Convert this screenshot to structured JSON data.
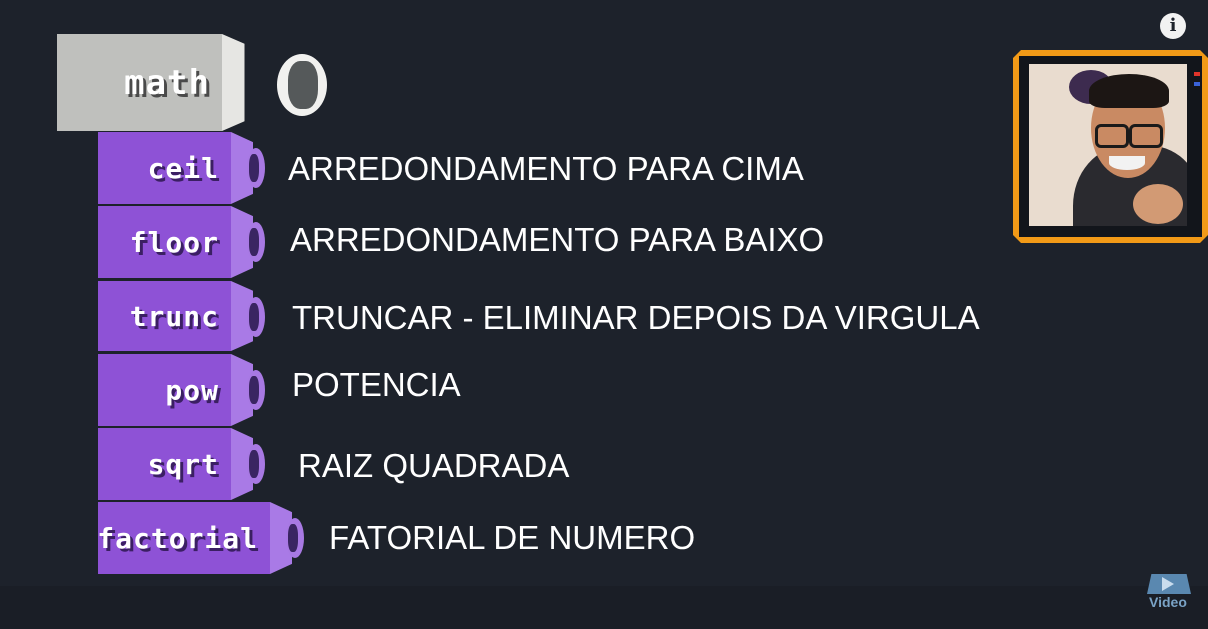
{
  "header_block": {
    "label": "math"
  },
  "functions": [
    {
      "name": "ceil",
      "description": "ARREDONDAMENTO PARA CIMA"
    },
    {
      "name": "floor",
      "description": "ARREDONDAMENTO PARA BAIXO"
    },
    {
      "name": "trunc",
      "description": "TRUNCAR - ELIMINAR DEPOIS DA VIRGULA"
    },
    {
      "name": "pow",
      "description": "POTENCIA"
    },
    {
      "name": "sqrt",
      "description": "RAIZ QUADRADA"
    },
    {
      "name": "factorial",
      "description": "FATORIAL DE NUMERO"
    }
  ],
  "overlay": {
    "info_glyph": "i",
    "logo_label": "Video"
  },
  "colors": {
    "background": "#1d222b",
    "block_purple": "#8e52d6",
    "block_gray": "#bfc0bd",
    "webcam_frame": "#f29a17"
  }
}
